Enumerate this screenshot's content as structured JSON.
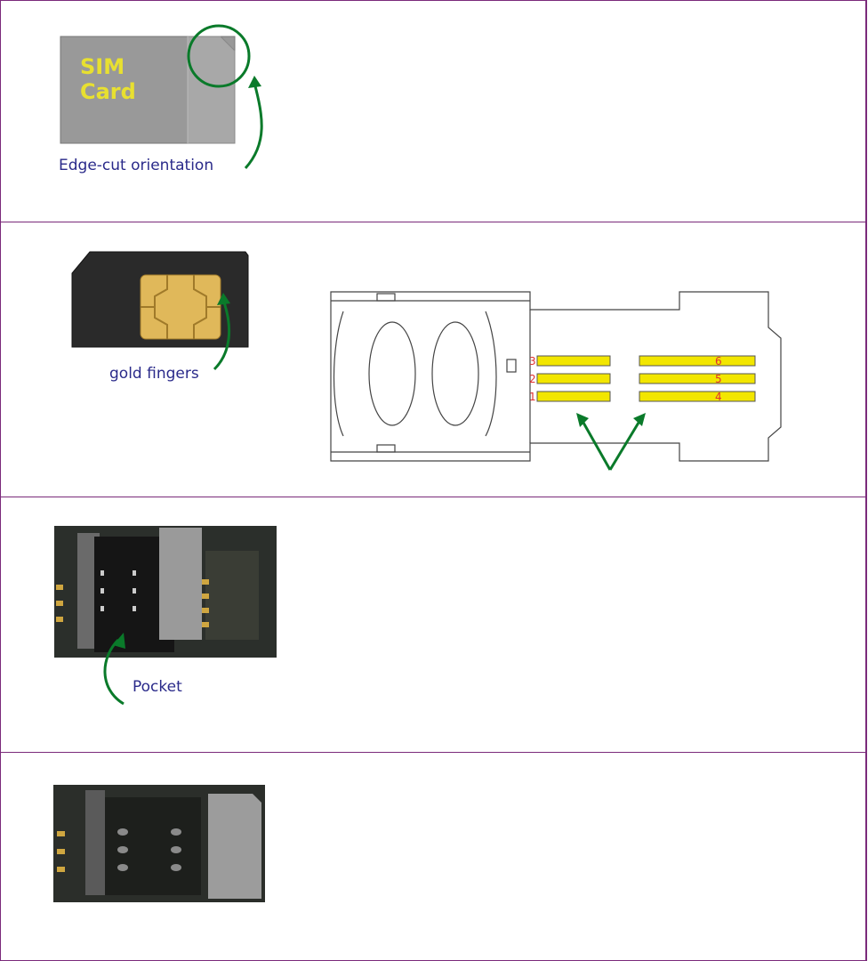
{
  "figures": {
    "sim_card": {
      "label_line1": "SIM",
      "label_line2": "Card",
      "caption": "Edge-cut orientation"
    },
    "gold_fingers": {
      "caption": "gold fingers"
    },
    "holder_diagram": {
      "pins_left": [
        "3",
        "2",
        "1"
      ],
      "pins_right": [
        "6",
        "5",
        "4"
      ]
    },
    "pocket": {
      "caption": "Pocket"
    }
  },
  "colors": {
    "border": "#7a2a7a",
    "arrow": "#0a7a2a",
    "contact": "#f2e600",
    "caption": "#2a2a8a"
  }
}
